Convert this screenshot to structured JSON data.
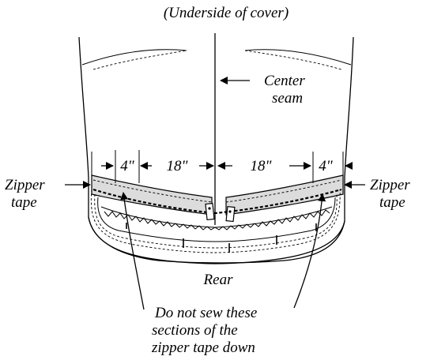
{
  "labels": {
    "top_caption": "(Underside of cover)",
    "center_seam_line1": "Center",
    "center_seam_line2": "seam",
    "dim_left_4": "4\"",
    "dim_left_18": "18\"",
    "dim_right_18": "18\"",
    "dim_right_4": "4\"",
    "zipper_left_line1": "Zipper",
    "zipper_left_line2": "tape",
    "zipper_right_line1": "Zipper",
    "zipper_right_line2": "tape",
    "rear": "Rear",
    "note_line1": "Do not sew these",
    "note_line2": "sections of the",
    "note_line3": "zipper tape down"
  },
  "colors": {
    "ink": "#000000",
    "tape_fill": "#dcdcdc",
    "background": "#ffffff"
  }
}
